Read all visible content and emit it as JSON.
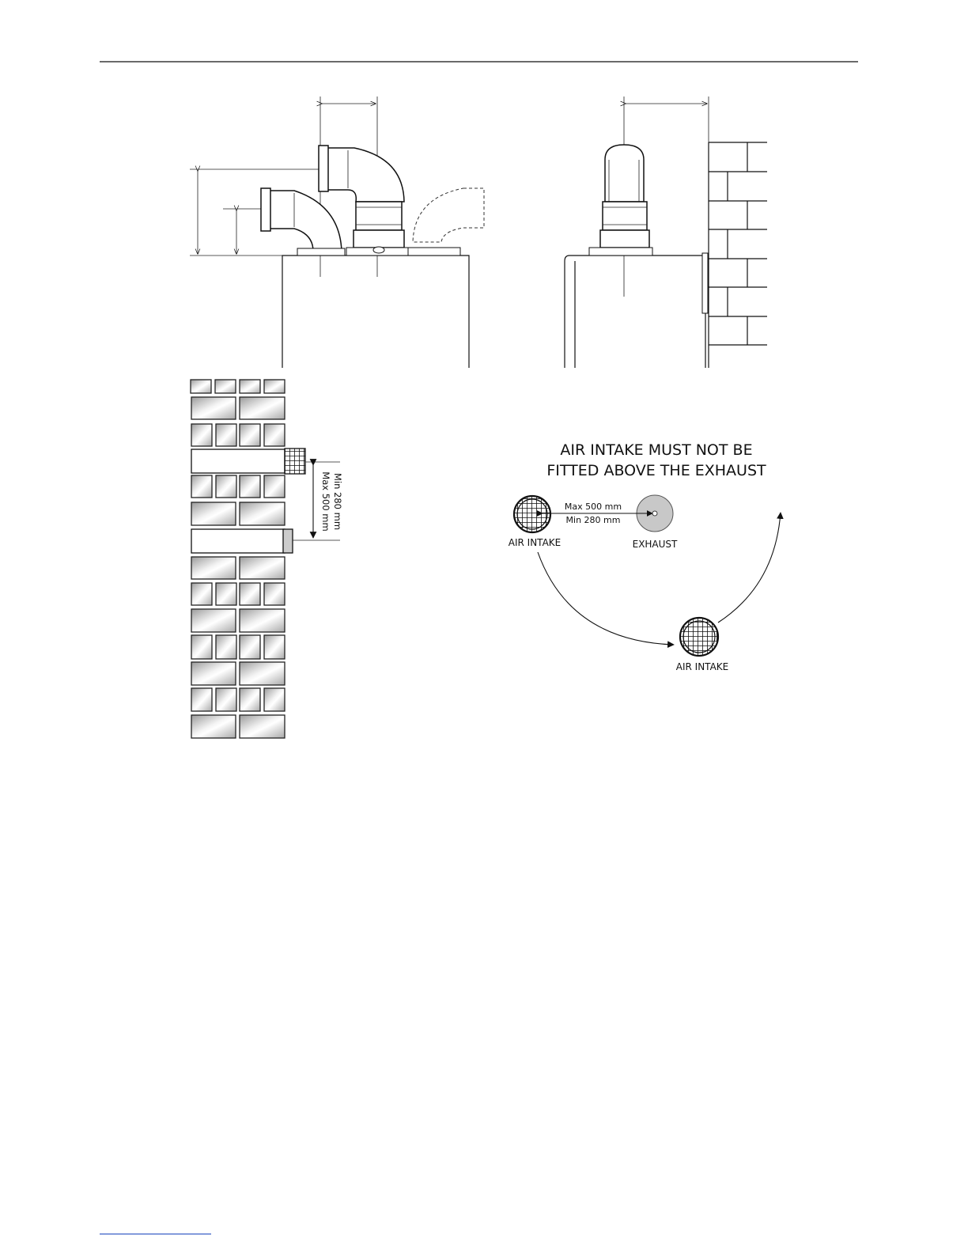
{
  "diagram": {
    "warning": {
      "line1": "AIR INTAKE MUST NOT BE",
      "line2": "FITTED ABOVE THE EXHAUST"
    },
    "distance": {
      "max": "Max 500 mm",
      "min": "Min 280 mm"
    },
    "wall_dimension": {
      "min": "Min 280 mm",
      "max": "Max 500 mm"
    },
    "labels": {
      "air_intake_top": "AIR INTAKE",
      "exhaust": "EXHAUST",
      "air_intake_bottom": "AIR INTAKE"
    }
  }
}
